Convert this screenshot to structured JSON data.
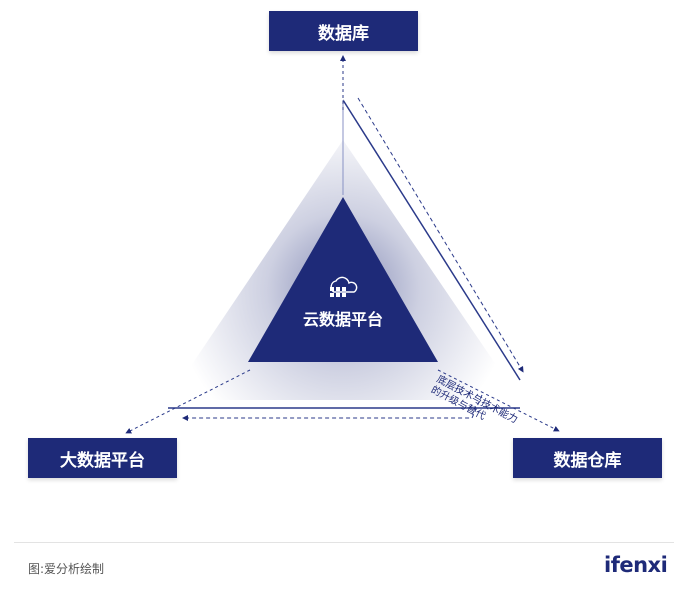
{
  "nodes": {
    "database": "数据库",
    "big_data_platform": "大数据平台",
    "data_warehouse": "数据仓库",
    "cloud_data_platform": "云数据平台"
  },
  "annotation": {
    "line1": "底层技术与技术能力",
    "line2": "的升级与替代"
  },
  "footer": {
    "source": "图:爱分析绘制",
    "logo": "ifenxi"
  },
  "colors": {
    "primary": "#1e2a78",
    "line": "#2b3a8a",
    "glow": "#1e2a78"
  },
  "icons": [
    "cloud-server-icon"
  ]
}
